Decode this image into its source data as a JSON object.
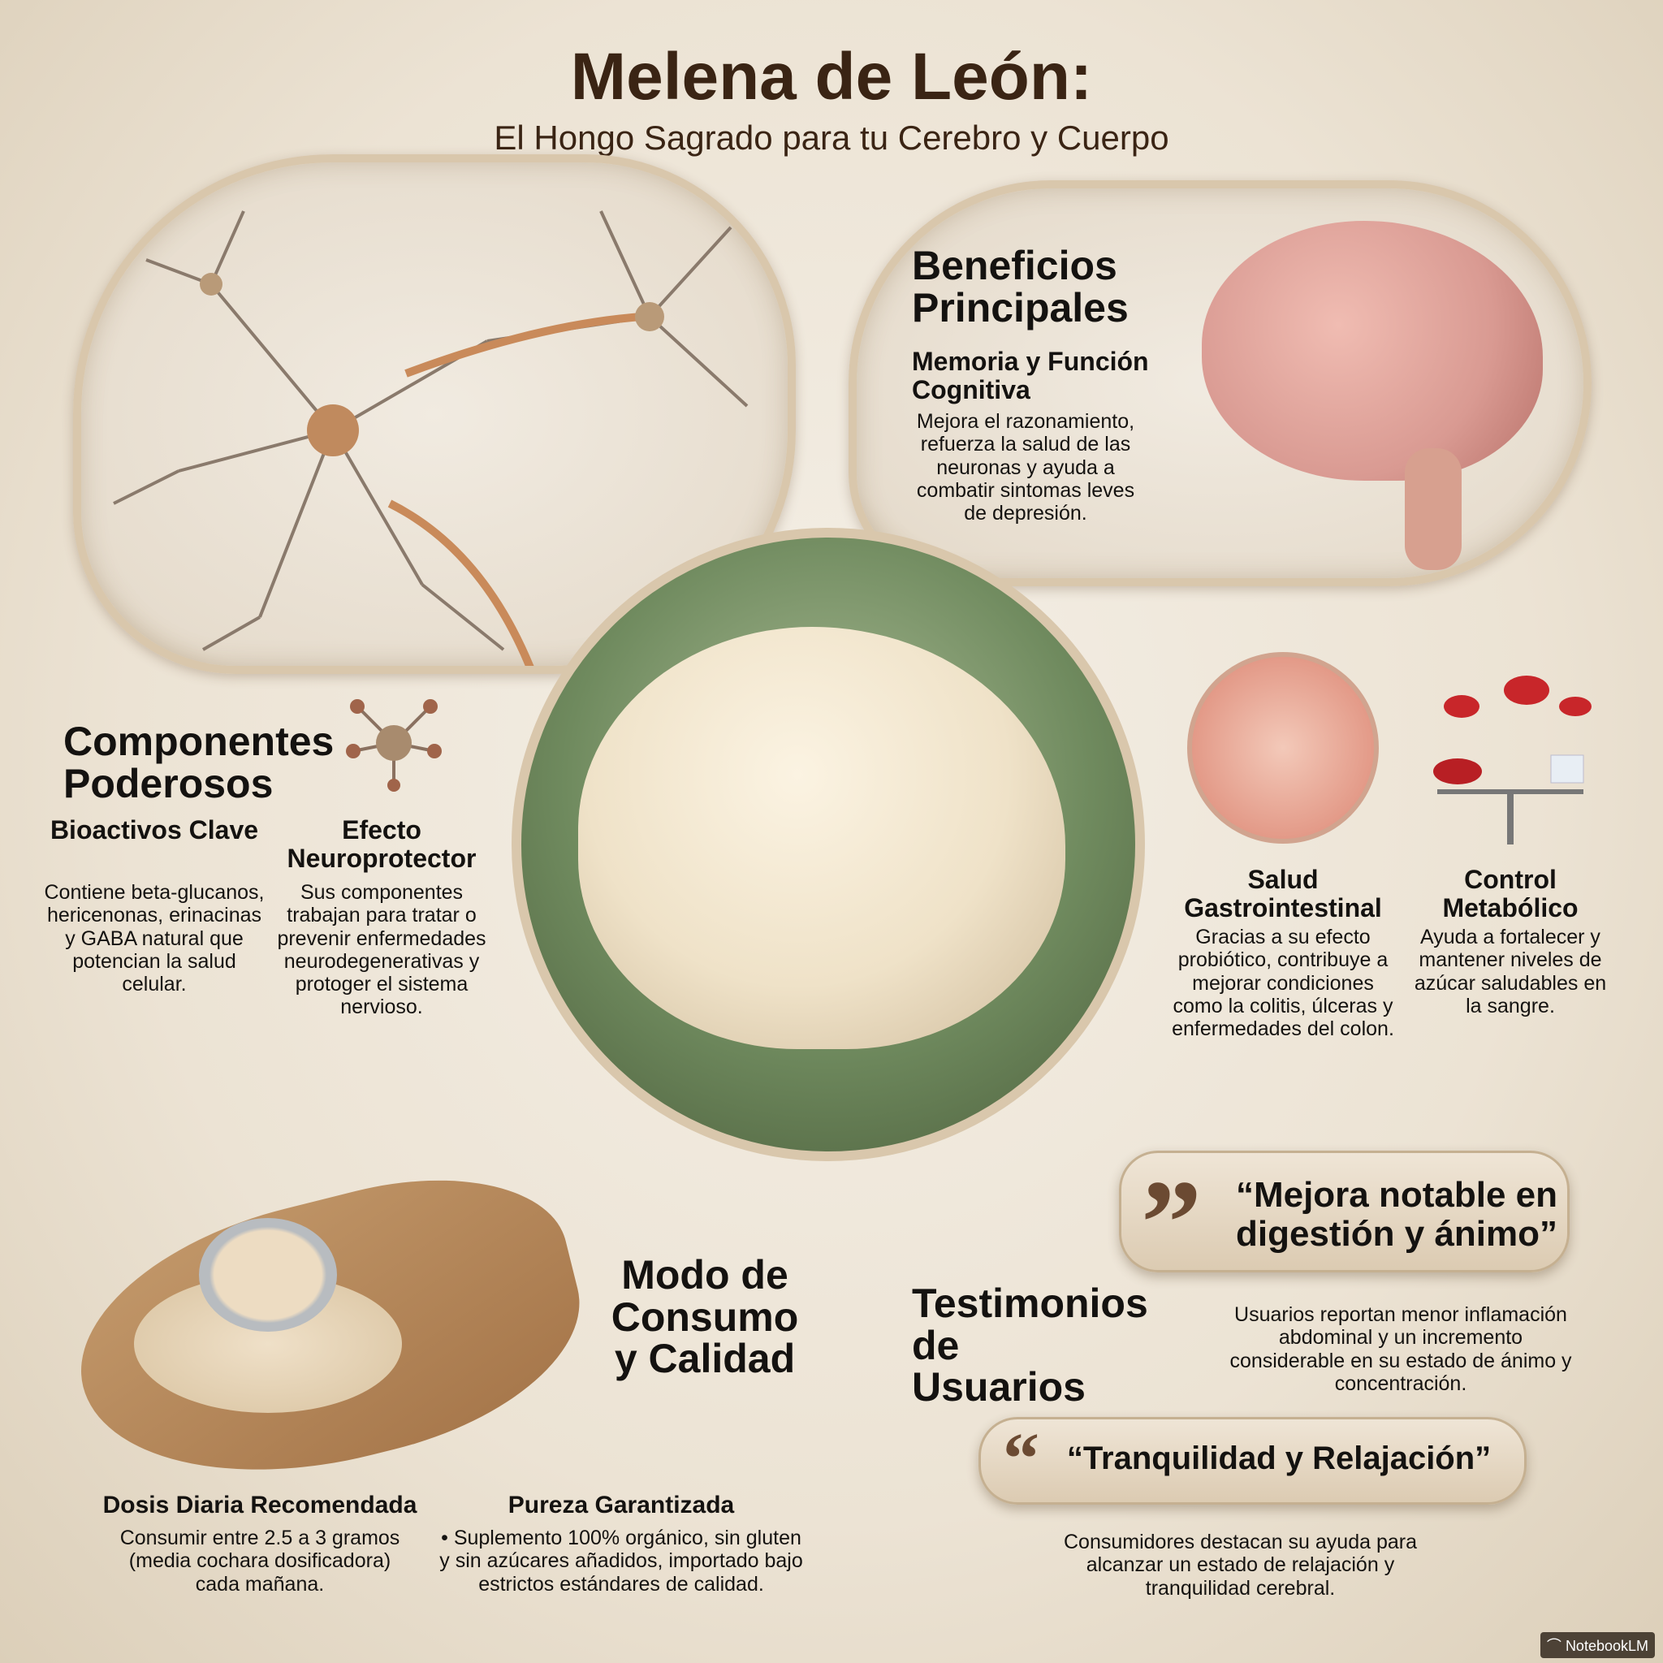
{
  "header": {
    "title": "Melena de León:",
    "subtitle": "El Hongo Sagrado para tu Cerebro y Cuerpo"
  },
  "benefits": {
    "heading": "Beneficios Principales",
    "memory": {
      "title": "Memoria y Función Cognitiva",
      "text": "Mejora el razonamiento, refuerza la salud de las neuronas y ayuda a combatir sintomas leves de depresión."
    }
  },
  "components": {
    "heading": "Componentes Poderosos",
    "items": [
      {
        "title": "Bioactivos Clave",
        "text": "Contiene beta-glucanos, hericenonas, erinacinas y GABA natural que potencian la salud celular."
      },
      {
        "title": "Efecto Neuroprotector",
        "text": "Sus componentes trabajan para tratar o prevenir enfermedades neurodegenerativas y protoger el sistema nervioso."
      }
    ]
  },
  "health": {
    "items": [
      {
        "title": "Salud Gastrointestinal",
        "text": "Gracias a su efecto probiótico, contribuye a mejorar condiciones como la colitis, úlceras y enfermedades del colon."
      },
      {
        "title": "Control Metabólico",
        "text": "Ayuda a fortalecer y mantener niveles de azúcar saludables en la sangre."
      }
    ]
  },
  "consumption": {
    "heading": "Modo de Consumo y Calidad",
    "items": [
      {
        "title": "Dosis Diaria Recomendada",
        "text": "Consumir entre 2.5 a 3 gramos (media cochara dosificadora) cada mañana."
      },
      {
        "title": "Pureza Garantizada",
        "text": "Suplemento 100% orgánico, sin gluten y sin azúcares añadidos, importado bajo estrictos estándares de calidad."
      }
    ]
  },
  "testimonials": {
    "heading": "Testimonios de Usuarios",
    "items": [
      {
        "quote": "“Mejora notable en digestión y ánimo”",
        "text": "Usuarios reportan menor inflamación abdominal y un incremento considerable en su estado de ánimo y concentración."
      },
      {
        "quote": "“Tranquilidad y Relajación”",
        "text": "Consumidores destacan su ayuda para alcanzar un estado de relajación y tranquilidad cerebral."
      }
    ]
  },
  "watermark": "NotebookLM",
  "colors": {
    "title": "#3a2414",
    "frame": "#d9c7ac",
    "mushroom": "#efe2c8",
    "brain": "#d99a92"
  }
}
